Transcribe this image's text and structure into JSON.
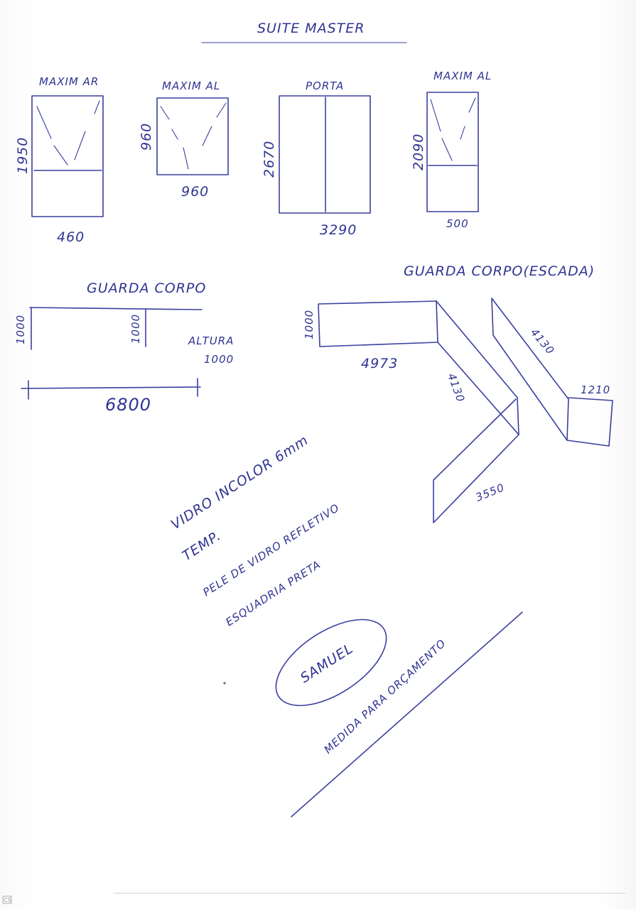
{
  "title": "SUITE MASTER",
  "windows": [
    {
      "label": "MAXIM AR",
      "height": "1950",
      "width": "460"
    },
    {
      "label": "MAXIM AL",
      "height": "960",
      "width": "960"
    },
    {
      "label": "PORTA",
      "height": "2670",
      "width": "3290"
    },
    {
      "label": "MAXIM AL",
      "height": "2090",
      "width": "500"
    }
  ],
  "guardrail_straight": {
    "label": "GUARDA CORPO",
    "height_left": "1000",
    "height_mid": "1000",
    "altura_label": "ALTURA",
    "altura_value": "1000",
    "length": "6800"
  },
  "guardrail_stair": {
    "label": "GUARDA CORPO(ESCADA)",
    "height": "1000",
    "seg1": "4973",
    "seg2": "4130",
    "seg3": "4130",
    "seg4": "1210",
    "seg5": "3550"
  },
  "notes": [
    "VIDRO INCOLOR 6mm",
    "TEMP.",
    "PELE DE VIDRO REFLETIVO",
    "ESQUADRIA PRETA"
  ],
  "signature": "SAMUEL",
  "footer_note": "MEDIDA PARA ORÇAMENTO",
  "scanner_mark": "CS"
}
